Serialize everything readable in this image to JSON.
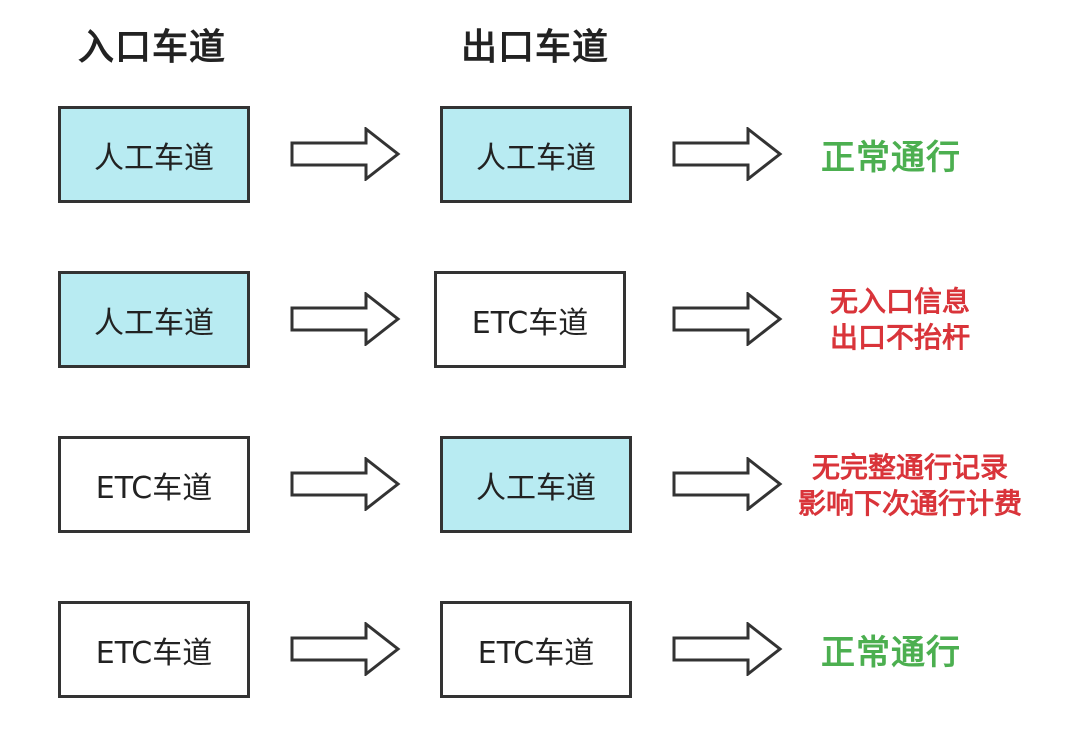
{
  "colors": {
    "manual_fill": "#b8ebf2",
    "etc_fill": "#ffffff",
    "ok_text": "#4caf50",
    "fail_text": "#d9343a"
  },
  "headers": {
    "entry": "入口车道",
    "exit": "出口车道"
  },
  "rows": [
    {
      "entry": {
        "label": "人工车道",
        "type": "manual"
      },
      "exit": {
        "label": "人工车道",
        "type": "manual"
      },
      "result": {
        "status": "ok",
        "lines": [
          "正常通行"
        ]
      }
    },
    {
      "entry": {
        "label": "人工车道",
        "type": "manual"
      },
      "exit": {
        "label": "ETC车道",
        "type": "etc"
      },
      "result": {
        "status": "fail",
        "lines": [
          "无入口信息",
          "出口不抬杆"
        ]
      }
    },
    {
      "entry": {
        "label": "ETC车道",
        "type": "etc"
      },
      "exit": {
        "label": "人工车道",
        "type": "manual"
      },
      "result": {
        "status": "fail",
        "lines": [
          "无完整通行记录",
          "影响下次通行计费"
        ]
      }
    },
    {
      "entry": {
        "label": "ETC车道",
        "type": "etc"
      },
      "exit": {
        "label": "ETC车道",
        "type": "etc"
      },
      "result": {
        "status": "ok",
        "lines": [
          "正常通行"
        ]
      }
    }
  ]
}
